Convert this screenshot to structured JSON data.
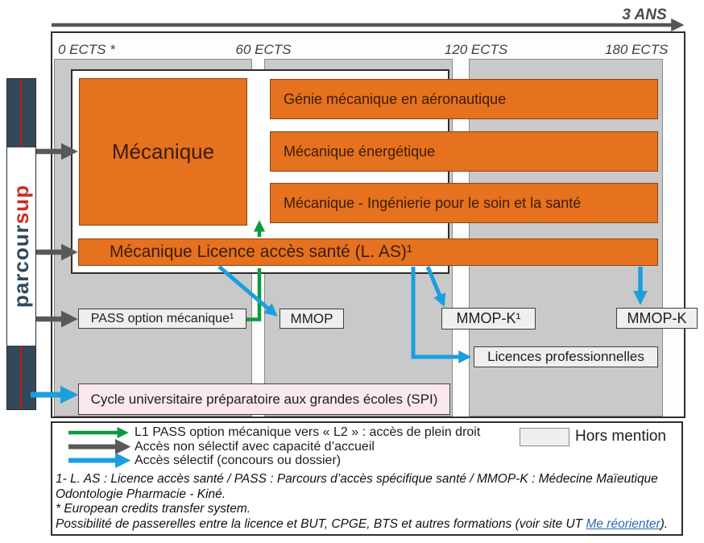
{
  "colors": {
    "orange": "#e6711f",
    "column_gray": "#c9c9c9",
    "navy": "#33495a",
    "brand_red": "#d02b20",
    "green_arrow": "#0a9b3e",
    "blue_arrow": "#1b9fdd",
    "gray_arrow": "#595959",
    "timeline_gray": "#565656",
    "pink": "#fbe7ee",
    "small_box_bg": "#efefef",
    "link_blue": "#2a6bb5"
  },
  "timeline": {
    "duration_label": "3 ANS",
    "ects_labels": [
      "0 ECTS *",
      "60 ECTS",
      "120 ECTS",
      "180 ECTS"
    ]
  },
  "sidebar": {
    "brand_prefix": "parcour",
    "brand_suffix": "sup"
  },
  "diagram": {
    "mecanique": "Mécanique",
    "specialisations": [
      "Génie mécanique en aéronautique",
      "Mécanique énergétique",
      "Mécanique - Ingénierie pour le soin et la santé"
    ],
    "las_bar": "Mécanique Licence accès santé (L. AS)¹",
    "pass_box": "PASS option mécanique¹",
    "mmop_box": "MMOP",
    "mmop_k1_box": "MMOP-K¹",
    "mmop_k_box": "MMOP-K",
    "licences_pro_box": "Licences professionnelles",
    "cycle_box": "Cycle universitaire préparatoire aux grandes écoles (SPI)"
  },
  "legend": {
    "green_label": "L1 PASS option mécanique vers « L2 » : accès de plein droit",
    "gray_label": "Accès non sélectif avec capacité d’accueil",
    "blue_label": "Accès sélectif (concours ou dossier)",
    "hors_mention_label": "Hors mention"
  },
  "footnotes": {
    "line1": "1- L. AS : Licence accès santé / PASS : Parcours d’accès spécifique santé / MMOP-K : Médecine Maïeutique",
    "line2": "Odontologie Pharmacie - Kiné.",
    "line3": "* European credits transfer system.",
    "line4_before_link": "Possibilité de passerelles entre la licence et BUT, CPGE, BTS et autres formations (voir site UT ",
    "line4_link": "Me réorienter",
    "line4_after_link": ")."
  }
}
